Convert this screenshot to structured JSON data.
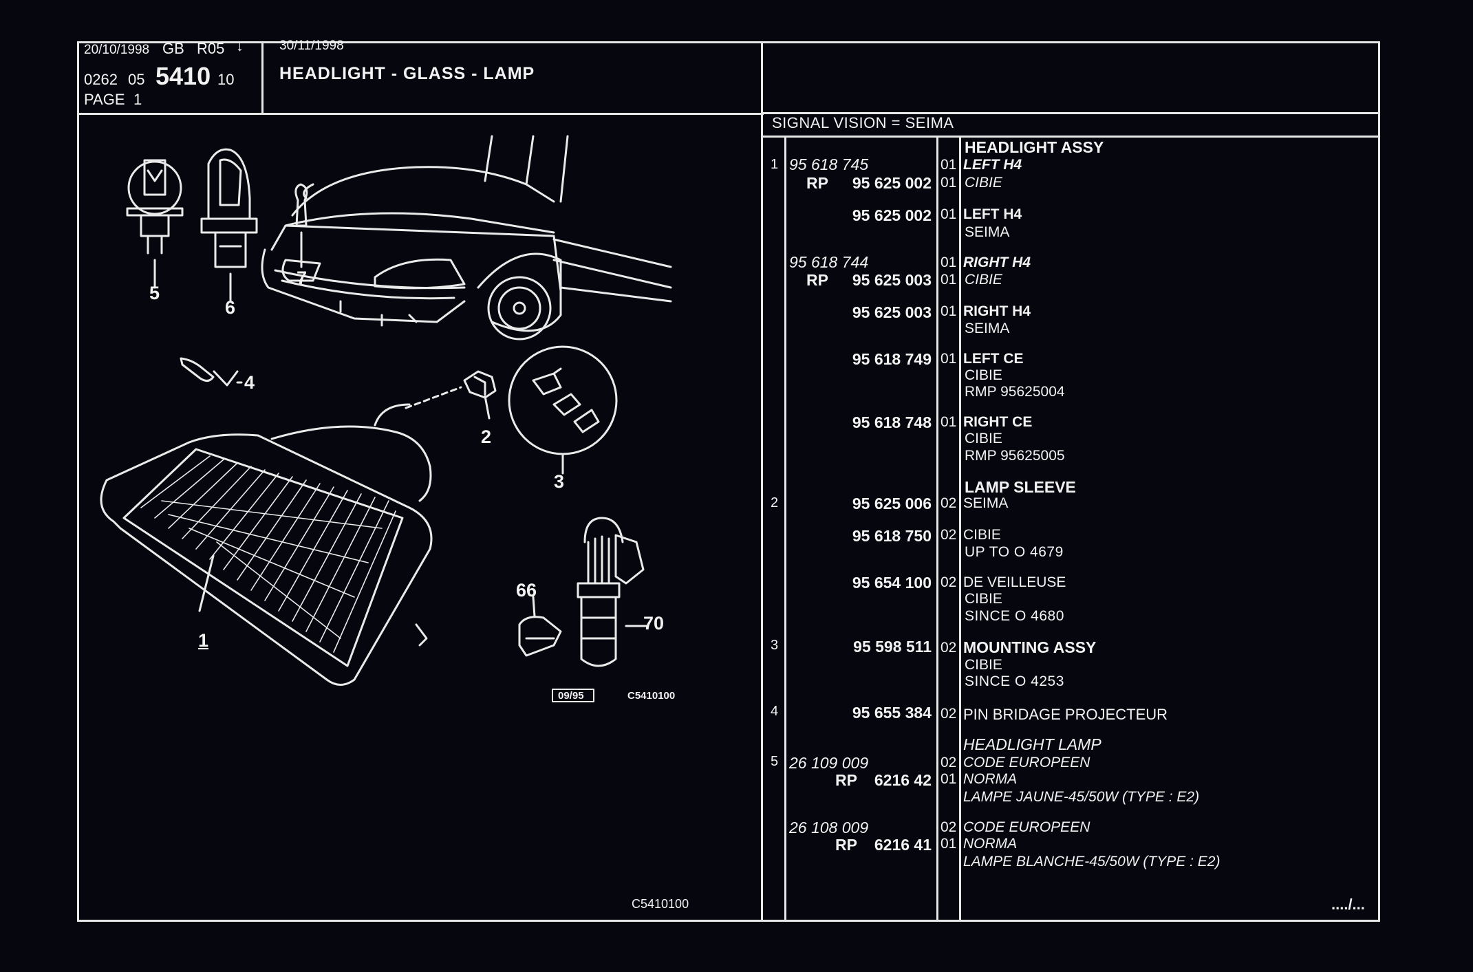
{
  "header": {
    "date1": "20/10/1998",
    "lang_code": "GB",
    "rev": "R05",
    "date2": "30/11/1998",
    "ref_prefix1": "0262",
    "ref_prefix2": "05",
    "ref_main": "5410",
    "ref_suffix": "10",
    "page_label": "PAGE",
    "page_number": "1",
    "title": "HEADLIGHT - GLASS - LAMP"
  },
  "supplier_line": "SIGNAL VISION = SEIMA",
  "diagram": {
    "callouts": [
      "1",
      "2",
      "3",
      "4",
      "5",
      "6",
      "7",
      "66",
      "70"
    ],
    "stamp_date": "09/95",
    "stamp_code": "C5410100",
    "footer_code": "C5410100"
  },
  "parts_table": {
    "rows": [
      {
        "item": "",
        "pn": "",
        "qty": "",
        "desc": "HEADLIGHT ASSY",
        "desc_bold": true
      },
      {
        "item": "1",
        "pn": "95 618 745",
        "pn_style": "italic",
        "qty": "01",
        "desc": "LEFT H4"
      },
      {
        "item": "",
        "pn_prefix": "RP",
        "pn": "95 625 002",
        "qty": "01",
        "desc": "CIBIE"
      },
      {
        "item": "",
        "pn": "95 625 002",
        "qty": "01",
        "desc": "LEFT H4"
      },
      {
        "item": "",
        "pn": "",
        "qty": "",
        "desc": "SEIMA"
      },
      {
        "item": "",
        "pn": "95 618 744",
        "pn_style": "italic",
        "qty": "01",
        "desc": "RIGHT H4"
      },
      {
        "item": "",
        "pn_prefix": "RP",
        "pn": "95 625 003",
        "qty": "01",
        "desc": "CIBIE"
      },
      {
        "item": "",
        "pn": "95 625 003",
        "qty": "01",
        "desc": "RIGHT H4"
      },
      {
        "item": "",
        "pn": "",
        "qty": "",
        "desc": "SEIMA"
      },
      {
        "item": "",
        "pn": "95 618 749",
        "qty": "01",
        "desc": "LEFT CE"
      },
      {
        "item": "",
        "pn": "",
        "qty": "",
        "desc": "CIBIE"
      },
      {
        "item": "",
        "pn": "",
        "qty": "",
        "desc": "RMP 95625004"
      },
      {
        "item": "",
        "pn": "95 618 748",
        "qty": "01",
        "desc": "RIGHT CE"
      },
      {
        "item": "",
        "pn": "",
        "qty": "",
        "desc": "CIBIE"
      },
      {
        "item": "",
        "pn": "",
        "qty": "",
        "desc": "RMP 95625005"
      },
      {
        "item": "",
        "pn": "",
        "qty": "",
        "desc": "LAMP SLEEVE"
      },
      {
        "item": "2",
        "pn": "95 625 006",
        "qty": "02",
        "desc": "SEIMA"
      },
      {
        "item": "",
        "pn": "95 618 750",
        "qty": "02",
        "desc": "CIBIE"
      },
      {
        "item": "",
        "pn": "",
        "qty": "",
        "desc": "UP TO O 4679"
      },
      {
        "item": "",
        "pn": "95 654 100",
        "qty": "02",
        "desc": "DE VEILLEUSE"
      },
      {
        "item": "",
        "pn": "",
        "qty": "",
        "desc": "CIBIE"
      },
      {
        "item": "",
        "pn": "",
        "qty": "",
        "desc": "SINCE O 4680"
      },
      {
        "item": "3",
        "pn": "95 598 511",
        "qty": "02",
        "desc": "MOUNTING ASSY"
      },
      {
        "item": "",
        "pn": "",
        "qty": "",
        "desc": "CIBIE"
      },
      {
        "item": "",
        "pn": "",
        "qty": "",
        "desc": "SINCE O 4253"
      },
      {
        "item": "4",
        "pn": "95 655 384",
        "qty": "02",
        "desc": "PIN BRIDAGE PROJECTEUR"
      },
      {
        "item": "",
        "pn": "",
        "qty": "",
        "desc": "HEADLIGHT LAMP"
      },
      {
        "item": "5",
        "pn": "26 109 009",
        "qty": "02",
        "desc": "CODE EUROPEEN"
      },
      {
        "item": "",
        "pn_prefix": "RP",
        "pn": "6216 42",
        "qty": "01",
        "desc": "NORMA"
      },
      {
        "item": "",
        "pn": "",
        "qty": "",
        "desc": "LAMPE JAUNE-45/50W (TYPE : E2)"
      },
      {
        "item": "",
        "pn": "26 108 009",
        "qty": "02",
        "desc": "CODE EUROPEEN"
      },
      {
        "item": "",
        "pn_prefix": "RP",
        "pn": "6216 41",
        "qty": "01",
        "desc": "NORMA"
      },
      {
        "item": "",
        "pn": "",
        "qty": "",
        "desc": "LAMPE BLANCHE-45/50W (TYPE : E2)"
      }
    ],
    "continued": "..../..."
  }
}
